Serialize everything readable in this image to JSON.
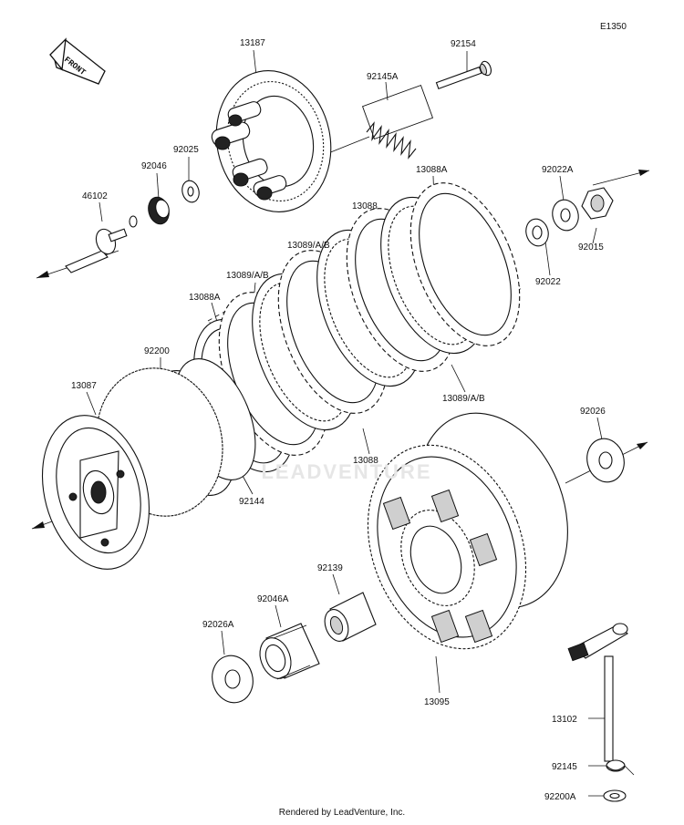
{
  "diagram_code": "E1350",
  "front_label": "FRONT",
  "footer": "Rendered by LeadVenture, Inc.",
  "watermark": "LEADVENTURE",
  "labels": [
    {
      "id": "13187",
      "text": "13187"
    },
    {
      "id": "92154",
      "text": "92154"
    },
    {
      "id": "92145A",
      "text": "92145A"
    },
    {
      "id": "92025",
      "text": "92025"
    },
    {
      "id": "92046",
      "text": "92046"
    },
    {
      "id": "46102",
      "text": "46102"
    },
    {
      "id": "13088A-top",
      "text": "13088A"
    },
    {
      "id": "92022A",
      "text": "92022A"
    },
    {
      "id": "13088-top",
      "text": "13088"
    },
    {
      "id": "13089AB-1",
      "text": "13089/A/B"
    },
    {
      "id": "92015",
      "text": "92015"
    },
    {
      "id": "13089AB-2",
      "text": "13089/A/B"
    },
    {
      "id": "92022",
      "text": "92022"
    },
    {
      "id": "13088A-left",
      "text": "13088A"
    },
    {
      "id": "92200",
      "text": "92200"
    },
    {
      "id": "13089AB-3",
      "text": "13089/A/B"
    },
    {
      "id": "13087",
      "text": "13087"
    },
    {
      "id": "92026",
      "text": "92026"
    },
    {
      "id": "13088-bottom",
      "text": "13088"
    },
    {
      "id": "92144",
      "text": "92144"
    },
    {
      "id": "92139",
      "text": "92139"
    },
    {
      "id": "92046A",
      "text": "92046A"
    },
    {
      "id": "92026A",
      "text": "92026A"
    },
    {
      "id": "13095",
      "text": "13095"
    },
    {
      "id": "13102",
      "text": "13102"
    },
    {
      "id": "92145",
      "text": "92145"
    },
    {
      "id": "92200A",
      "text": "92200A"
    }
  ]
}
